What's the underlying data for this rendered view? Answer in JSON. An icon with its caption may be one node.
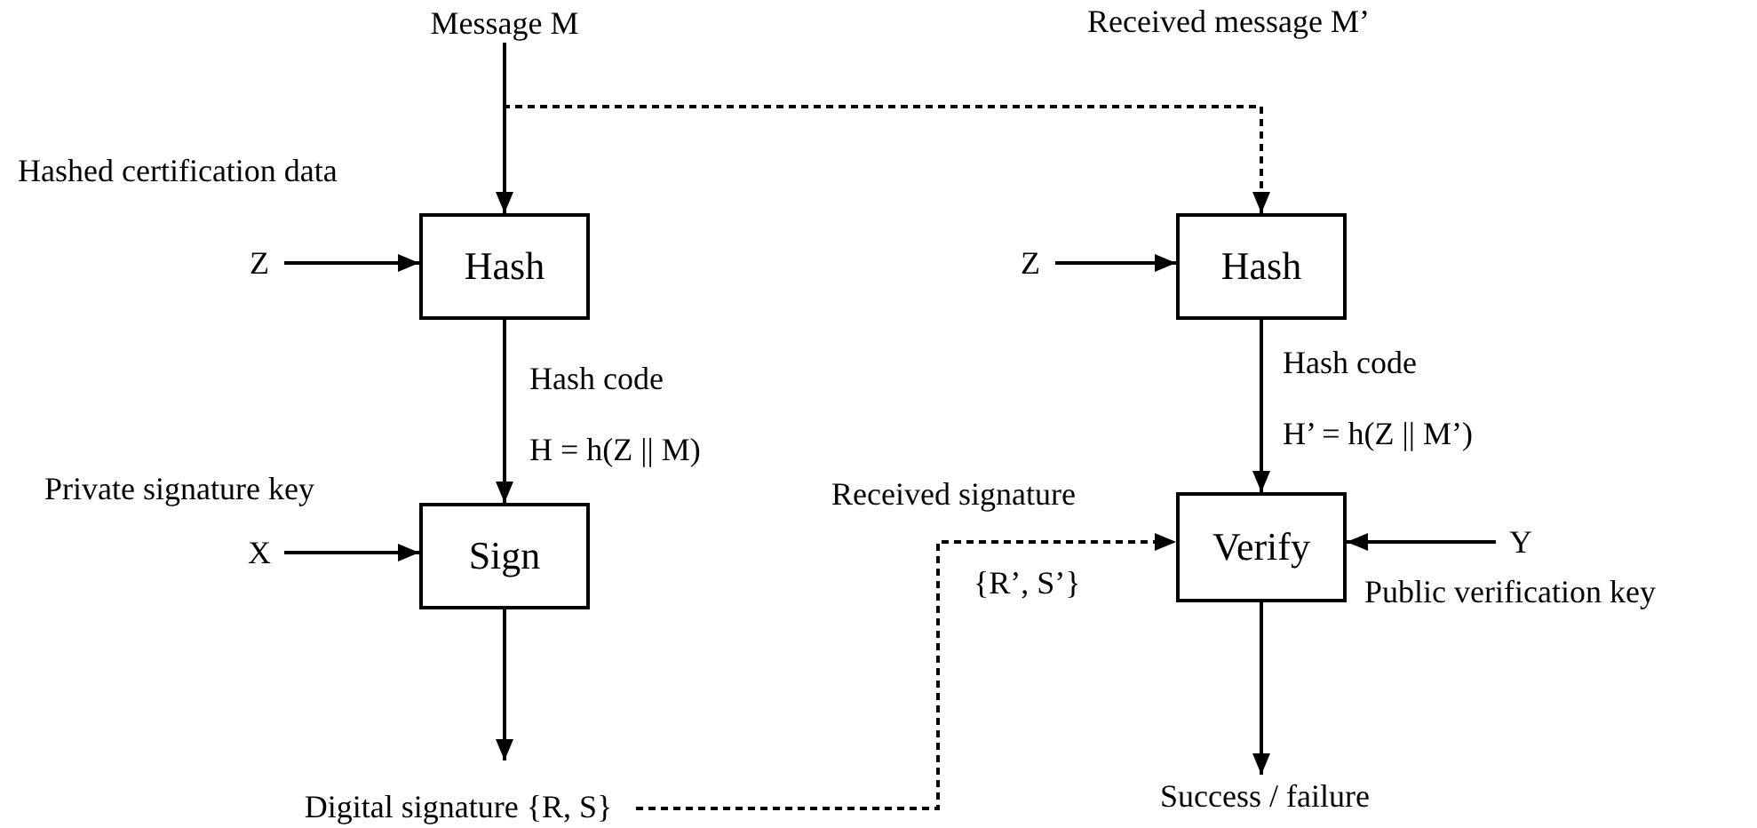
{
  "diagram": {
    "nodes": [
      {
        "text": [
          "Message  M"
        ]
      },
      {
        "text": [
          "Hash"
        ]
      },
      {
        "text": [
          "Z"
        ]
      },
      {
        "text": [
          "Sign"
        ]
      },
      {
        "text": [
          "X"
        ]
      },
      {
        "text": [
          "Digital signature  {R, S}"
        ]
      },
      {
        "text": [
          "Hash"
        ]
      },
      {
        "text": [
          "Z"
        ]
      },
      {
        "text": [
          "Verify"
        ]
      },
      {
        "text": [
          "Y"
        ]
      },
      {
        "text": [
          "Success / failure"
        ]
      }
    ],
    "edges": [
      {
        "from": 0,
        "to": 1,
        "arrow": "to"
      },
      {
        "from": 0,
        "to": 6,
        "arrow": "to",
        "style": "dashed"
      },
      {
        "from": 2,
        "to": 1,
        "arrow": "to"
      },
      {
        "from": 1,
        "to": 3,
        "arrow": "to",
        "label": "Hash code"
      },
      {
        "from": 4,
        "to": 3,
        "arrow": "to"
      },
      {
        "from": 3,
        "to": 5,
        "arrow": "to"
      },
      {
        "from": 5,
        "to": 8,
        "arrow": "to",
        "style": "dashed",
        "label": "{R’, S’}"
      },
      {
        "from": 7,
        "to": 6,
        "arrow": "to"
      },
      {
        "from": 6,
        "to": 8,
        "arrow": "to",
        "label": "Hash code"
      },
      {
        "from": 9,
        "to": 8,
        "arrow": "to"
      },
      {
        "from": 8,
        "to": 10,
        "arrow": "to"
      }
    ],
    "labels": [
      "Received message  M’",
      "Hashed certification data",
      "H = h(Z || M)",
      "Private signature key",
      "Received signature",
      "H’ = h(Z || M’)",
      "Public verification key"
    ]
  }
}
